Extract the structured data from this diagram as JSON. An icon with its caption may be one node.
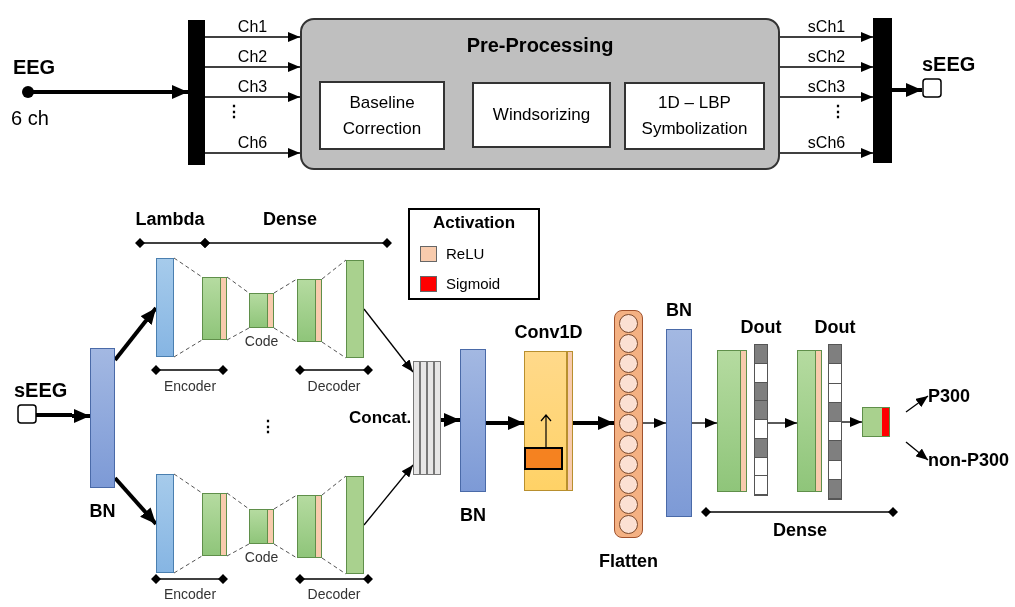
{
  "diagram": {
    "nodes": [
      {
        "text": [
          "EEG",
          "6 ch"
        ]
      },
      {
        "text": [],
        "shape": "bar"
      },
      {
        "text": [
          "Pre-Processing"
        ]
      },
      {
        "text": [
          "Baseline Correction"
        ],
        "in": 2
      },
      {
        "text": [
          "Windsorizing"
        ],
        "in": 2
      },
      {
        "text": [
          "1D – LBP Symbolization"
        ],
        "in": 2
      },
      {
        "text": [],
        "shape": "bar"
      },
      {
        "text": [
          "sEEG"
        ]
      },
      {
        "text": [
          "sEEG"
        ]
      },
      {
        "text": [
          "BN"
        ]
      },
      {
        "text": [],
        "shape": "bar"
      },
      {
        "text": [],
        "shape": "bar"
      },
      {
        "text": [],
        "shape": "bar",
        "beside": [
          "Code"
        ]
      },
      {
        "text": [],
        "shape": "bar"
      },
      {
        "text": [],
        "shape": "bar"
      },
      {
        "text": [],
        "shape": "bar"
      },
      {
        "text": [],
        "shape": "bar"
      },
      {
        "text": [],
        "shape": "bar",
        "beside": [
          "Code"
        ]
      },
      {
        "text": [],
        "shape": "bar"
      },
      {
        "text": [],
        "shape": "bar"
      },
      {
        "text": [
          "Concat."
        ]
      },
      {
        "text": [
          "BN"
        ]
      },
      {
        "text": [
          "Conv1D"
        ]
      },
      {
        "text": [
          "Flatten"
        ]
      },
      {
        "text": [
          "BN"
        ]
      },
      {
        "text": [],
        "shape": "bar"
      },
      {
        "text": [
          "Dout"
        ]
      },
      {
        "text": [],
        "shape": "bar"
      },
      {
        "text": [
          "Dout"
        ]
      },
      {
        "text": [],
        "shape": "bar"
      },
      {
        "text": [
          "P300"
        ]
      },
      {
        "text": [
          "non-P300"
        ]
      }
    ],
    "edges": [
      {
        "from": 0,
        "to": 1,
        "arrow": "to",
        "style": "thick"
      },
      {
        "from": 1,
        "to": 2,
        "arrow": "to",
        "label": "Ch1"
      },
      {
        "from": 1,
        "to": 2,
        "arrow": "to",
        "label": "Ch2"
      },
      {
        "from": 1,
        "to": 2,
        "arrow": "to",
        "label": "Ch3"
      },
      {
        "from": 1,
        "to": 2,
        "arrow": "to",
        "label": "Ch6"
      },
      {
        "from": 2,
        "to": 6,
        "arrow": "to",
        "label": "sCh1"
      },
      {
        "from": 2,
        "to": 6,
        "arrow": "to",
        "label": "sCh2"
      },
      {
        "from": 2,
        "to": 6,
        "arrow": "to",
        "label": "sCh3"
      },
      {
        "from": 2,
        "to": 6,
        "arrow": "to",
        "label": "sCh6"
      },
      {
        "from": 6,
        "to": 7,
        "arrow": "to",
        "style": "thick"
      },
      {
        "from": 8,
        "to": 9,
        "arrow": "to",
        "style": "thick"
      },
      {
        "from": 9,
        "to": 10,
        "arrow": "to",
        "style": "thick"
      },
      {
        "from": 9,
        "to": 15,
        "arrow": "to",
        "style": "thick"
      },
      {
        "from": 10,
        "to": 11,
        "arrow": "none",
        "style": "dashed"
      },
      {
        "from": 11,
        "to": 12,
        "arrow": "none",
        "style": "dashed"
      },
      {
        "from": 12,
        "to": 13,
        "arrow": "none",
        "style": "dashed"
      },
      {
        "from": 13,
        "to": 14,
        "arrow": "none",
        "style": "dashed"
      },
      {
        "from": 15,
        "to": 16,
        "arrow": "none",
        "style": "dashed"
      },
      {
        "from": 16,
        "to": 17,
        "arrow": "none",
        "style": "dashed"
      },
      {
        "from": 17,
        "to": 18,
        "arrow": "none",
        "style": "dashed"
      },
      {
        "from": 18,
        "to": 19,
        "arrow": "none",
        "style": "dashed"
      },
      {
        "from": 14,
        "to": 20,
        "arrow": "to"
      },
      {
        "from": 19,
        "to": 20,
        "arrow": "to"
      },
      {
        "from": 20,
        "to": 21,
        "arrow": "to",
        "style": "thick"
      },
      {
        "from": 21,
        "to": 22,
        "arrow": "to",
        "style": "thick"
      },
      {
        "from": 22,
        "to": 23,
        "arrow": "to",
        "style": "thick"
      },
      {
        "from": 23,
        "to": 24,
        "arrow": "to"
      },
      {
        "from": 24,
        "to": 25,
        "arrow": "to"
      },
      {
        "from": 26,
        "to": 27,
        "arrow": "to"
      },
      {
        "from": 28,
        "to": 29,
        "arrow": "to"
      },
      {
        "from": 29,
        "to": 30,
        "arrow": "to"
      },
      {
        "from": 29,
        "to": 31,
        "arrow": "to"
      }
    ],
    "labels": [
      "⋮",
      "⋮",
      "Lambda",
      "Dense",
      "Activation",
      "Encoder",
      "Decoder",
      "⋮",
      "Encoder",
      "Decoder",
      "Dense"
    ],
    "legend": [
      {
        "text": "ReLU",
        "color": "#f8cbad"
      },
      {
        "text": "Sigmoid",
        "color": "#ff0000"
      }
    ]
  }
}
